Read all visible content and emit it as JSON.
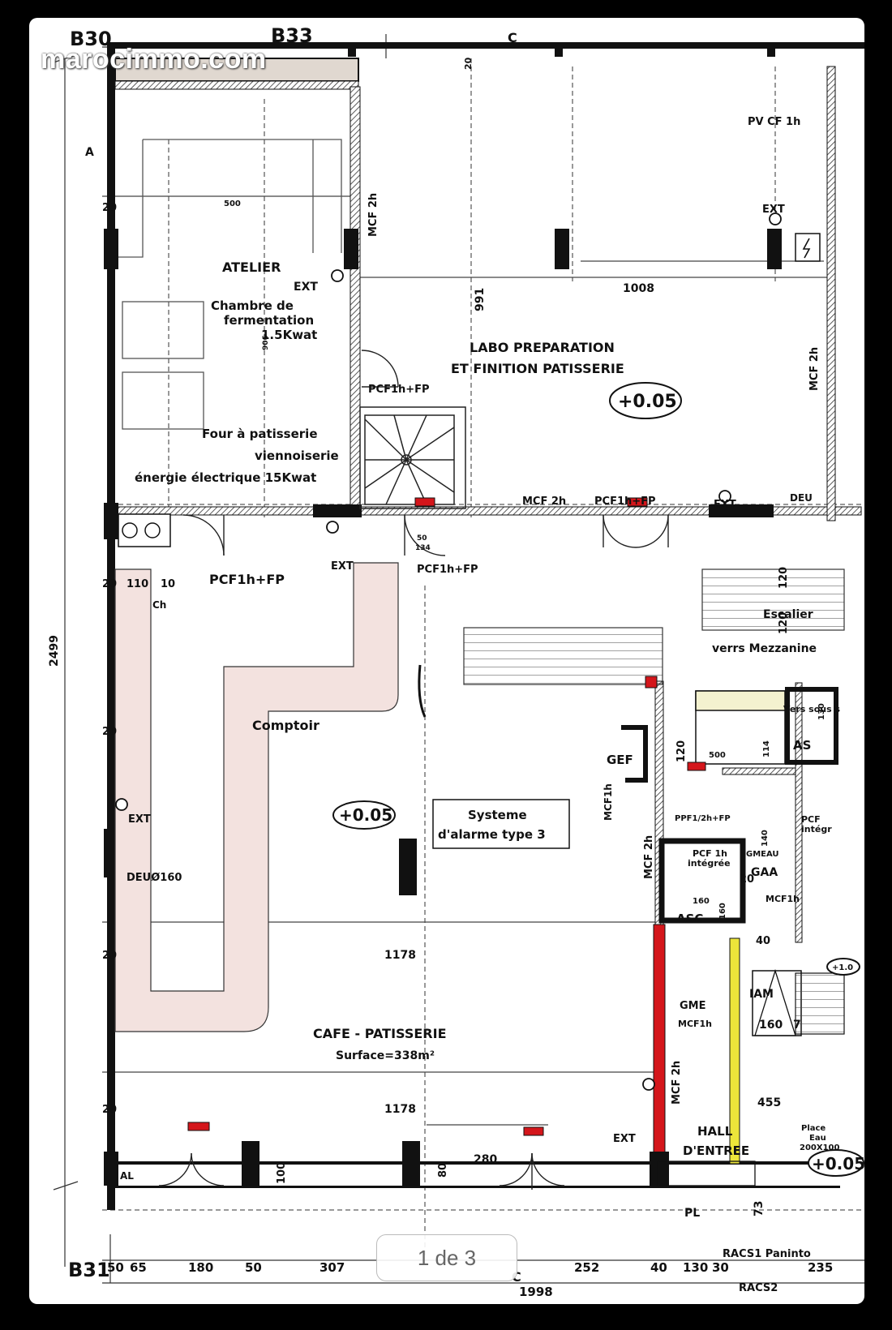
{
  "watermark": "marocimmo.com",
  "pager": {
    "label": "1 de 3"
  },
  "plan": {
    "rooms": {
      "atelier": "ATELIER",
      "chambre_1": "Chambre de",
      "chambre_2": "fermentation",
      "chambre_3": "1.5Kwat",
      "four_1": "Four à patisserie",
      "four_2": "viennoiserie",
      "four_3": "énergie électrique 15Kwat",
      "labo_1": "LABO PREPARATION",
      "labo_2": "ET FINITION PATISSERIE",
      "cafe": "CAFE - PATISSERIE",
      "surface": "Surface=338m²",
      "comptoir": "Comptoir",
      "alarme_1": "Systeme",
      "alarme_2": "d'alarme type 3",
      "hall_1": "HALL",
      "hall_2": "D'ENTREE",
      "escalier_1": "Escalier",
      "escalier_2": "verrs Mezzanine",
      "vers_sous": "Vers sous s",
      "asc": "ASC",
      "as": "AS",
      "gef": "GEF",
      "gme": "GME",
      "gaa": "GAA",
      "iam": "IAM",
      "gmeau": "GMEAU",
      "deu": "DEUØ160",
      "deu2": "DEU",
      "al": "AL",
      "pl": "PL",
      "ch": "Ch",
      "racs1": "RACS1 Paninto",
      "racs2": "RACS2",
      "place_eau_1": "Place",
      "place_eau_2": "Eau",
      "place_eau_3": "200X100"
    },
    "levels": {
      "main": "+0.05",
      "labo": "+0.05",
      "hall": "+0.05",
      "small": "+1.0"
    },
    "axes": {
      "b30": "B30",
      "b33": "B33",
      "b31": "B31",
      "a": "A",
      "c_top": "C",
      "c_bottom": "C"
    },
    "doors": {
      "pcf_1": "PCF1h+FP",
      "pcf_2": "PCF1h+FP",
      "pcf_3": "PCF1h+FP",
      "pcf_4": "PCF1h+FP",
      "pv": "PV CF 1h",
      "mcf_2h_a": "MCF 2h",
      "mcf_2h_b": "MCF 2h",
      "mcf_2h_c": "MCF 2h",
      "mcf_2h_d": "MCF 2h",
      "mcf_2h_e": "MCF 2h",
      "mcf_1h_a": "MCF1h",
      "mcf_1h_b": "MCF1h",
      "mcf_1h_c": "MCF1h",
      "ppf": "PPF1/2h+FP",
      "pcf_int_1": "PCF 1h",
      "pcf_int_2": "intégrée",
      "pcf_int_3": "PCF",
      "pcf_int_4": "intégr"
    },
    "ext_labels": [
      "EXT",
      "EXT",
      "EXT",
      "EXT",
      "EXT",
      "EXT"
    ],
    "dims": {
      "total_h": "2499",
      "total_w": "1998",
      "w_1008": "1008",
      "h_991": "991",
      "w_500": "500",
      "w_1178_a": "1178",
      "w_1178_b": "1178",
      "w_280": "280",
      "h_455": "455",
      "d_906": "906",
      "d_20_a": "20",
      "d_20_b": "20",
      "d_20_c": "20",
      "d_20_d": "20",
      "d_20_e": "20",
      "d_20_top": "20",
      "d_20_asc": "20",
      "d_110": "110",
      "d_10": "10",
      "d_120_a": "120",
      "d_120_b": "120",
      "d_120_c": "120",
      "d_500_s": "500",
      "d_114": "114",
      "d_140": "140",
      "d_160_a": "160",
      "d_160_b": "160",
      "d_160_c": "160",
      "d_40": "40",
      "d_7": "7",
      "d_73": "73",
      "d_100": "100",
      "d_80": "80",
      "d_130": "130",
      "d_50_stair": "50",
      "d_134": "134"
    },
    "bottom_dims": [
      "50",
      "65",
      "180",
      "50",
      "307",
      "252",
      "40",
      "130",
      "30",
      "235"
    ]
  }
}
